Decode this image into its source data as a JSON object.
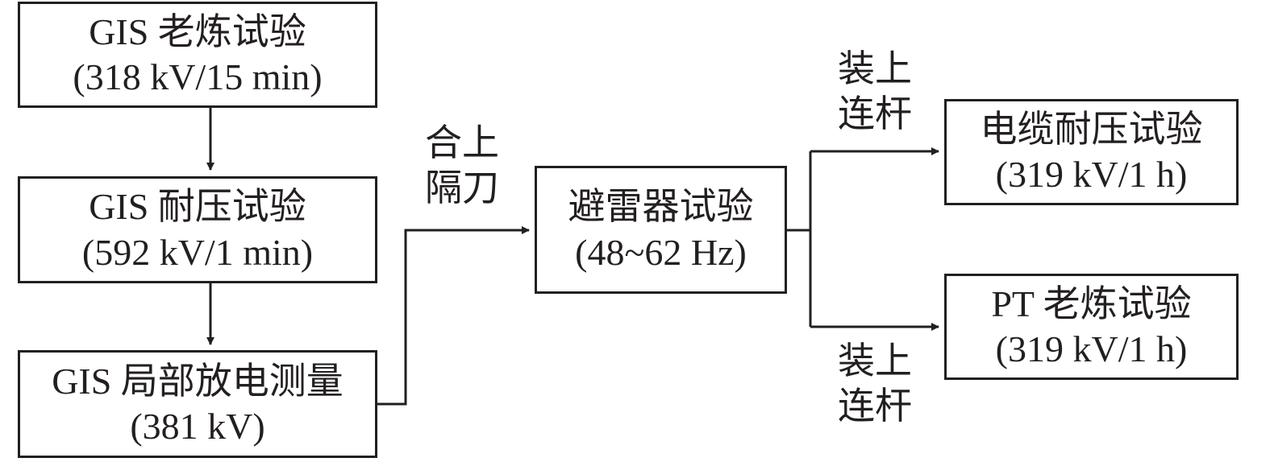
{
  "boxes": {
    "gis_aging": {
      "title": "GIS 老炼试验",
      "value": "(318 kV/15 min)"
    },
    "gis_withstand": {
      "title": "GIS 耐压试验",
      "value": "(592 kV/1 min)"
    },
    "gis_pd": {
      "title": "GIS 局部放电测量",
      "value": "(381 kV)"
    },
    "arrester": {
      "title": "避雷器试验",
      "value": "(48~62 Hz)"
    },
    "cable_withstand": {
      "title": "电缆耐压试验",
      "value": "(319 kV/1 h)"
    },
    "pt_aging": {
      "title": "PT 老炼试验",
      "value": "(319 kV/1 h)"
    }
  },
  "labels": {
    "close_disconnector": {
      "line1": "合上",
      "line2": "隔刀"
    },
    "rod_upper": {
      "line1": "装上",
      "line2": "连杆"
    },
    "rod_lower": {
      "line1": "装上",
      "line2": "连杆"
    }
  },
  "colors": {
    "stroke": "#231f20"
  }
}
